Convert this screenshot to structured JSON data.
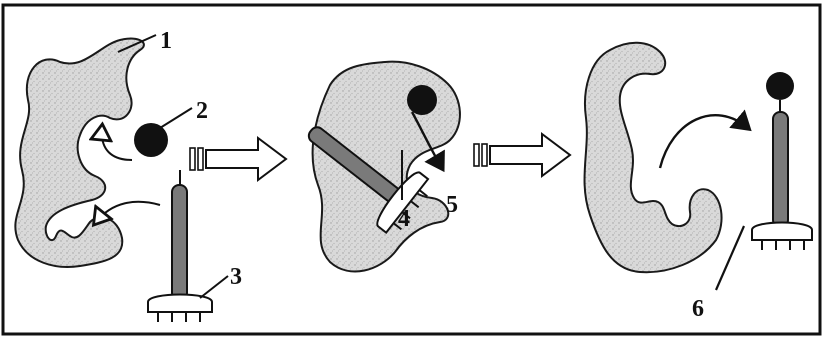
{
  "labels": {
    "one": "1",
    "two": "2",
    "three": "3",
    "four": "4",
    "five": "5",
    "six": "6"
  },
  "colors": {
    "blob_fill": "#d6d6d6",
    "outline": "#1a1a1a",
    "molecule": "#111111",
    "stem": "#7a7a7a",
    "background": "#ffffff"
  },
  "icons": {
    "step_arrow": "hollow-right-arrow"
  }
}
